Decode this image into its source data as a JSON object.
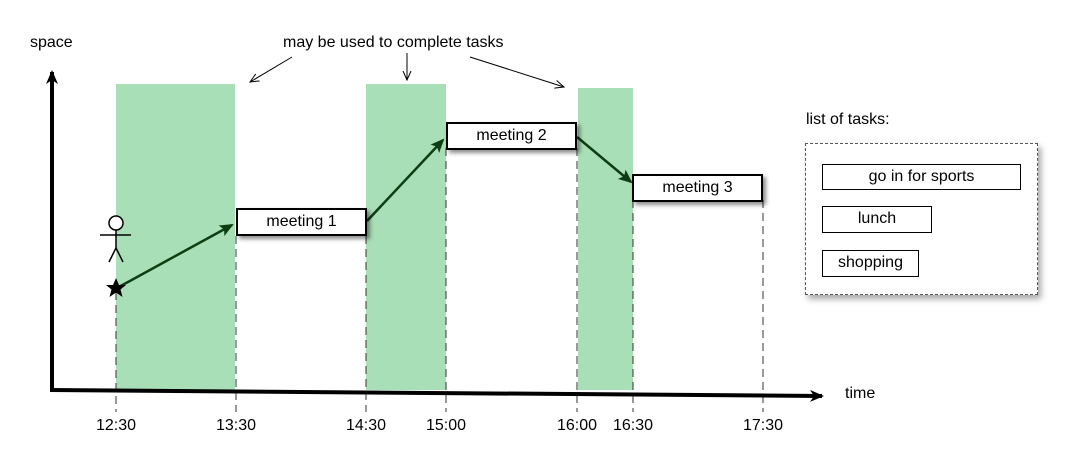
{
  "diagram": {
    "axis_y_label": "space",
    "axis_x_label": "time",
    "annotation": "may be used to complete tasks",
    "tasks_title": "list of tasks:",
    "ticks": [
      "12:30",
      "13:30",
      "14:30",
      "15:00",
      "16:00",
      "16:30",
      "17:30"
    ],
    "meetings": [
      "meeting 1",
      "meeting 2",
      "meeting 3"
    ],
    "tasks": [
      "go in for sports",
      "lunch",
      "shopping"
    ],
    "colors": {
      "free_slot": "#a9dfb6",
      "path": "#0e3d12",
      "axis": "#000000"
    }
  }
}
